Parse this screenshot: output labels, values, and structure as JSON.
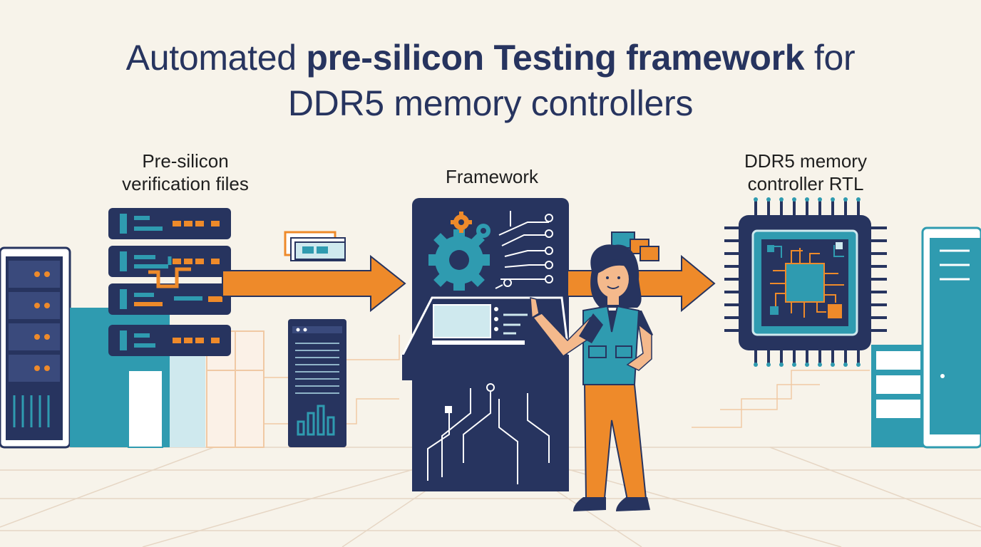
{
  "title": {
    "line1_part1": "Automated ",
    "line1_bold": "pre-silicon Testing framework",
    "line1_part3": " for",
    "line2": "DDR5 memory controllers"
  },
  "labels": {
    "verification_files_line1": "Pre-silicon",
    "verification_files_line2": "verification files",
    "framework": "Framework",
    "rtl_line1": "DDR5 memory",
    "rtl_line2": "controller RTL"
  },
  "colors": {
    "background": "#f7f3ea",
    "navy": "#27345f",
    "teal": "#2f9bb0",
    "orange": "#ee8a2a",
    "light_teal": "#cfe9ee"
  }
}
